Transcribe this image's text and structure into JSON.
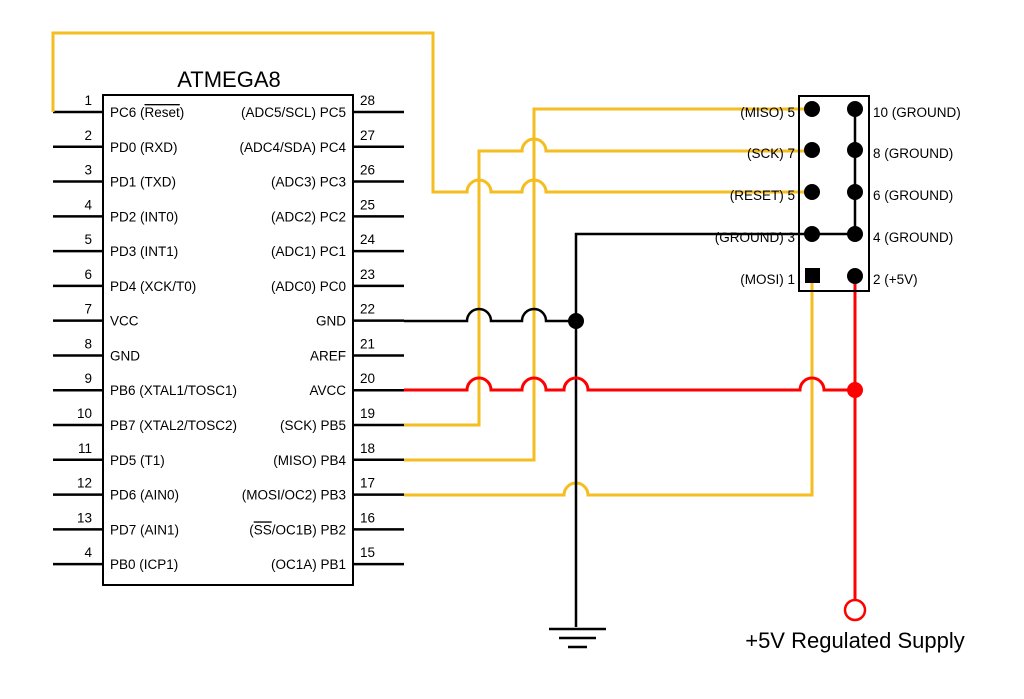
{
  "chip": {
    "title": "ATMEGA8",
    "left_pins": [
      {
        "num": "1",
        "label": "PC6 (",
        "label_over": "Reset",
        "label_end": ")"
      },
      {
        "num": "2",
        "label": "PD0 (RXD)"
      },
      {
        "num": "3",
        "label": "PD1 (TXD)"
      },
      {
        "num": "4",
        "label": "PD2 (INT0)"
      },
      {
        "num": "5",
        "label": "PD3 (INT1)"
      },
      {
        "num": "6",
        "label": "PD4 (XCK/T0)"
      },
      {
        "num": "7",
        "label": "VCC"
      },
      {
        "num": "8",
        "label": "GND",
        "num_faded": true
      },
      {
        "num": "9",
        "label": "PB6 (XTAL1/TOSC1)"
      },
      {
        "num": "10",
        "label": "PB7 (XTAL2/TOSC2)"
      },
      {
        "num": "11",
        "label": "PD5 (T1)"
      },
      {
        "num": "12",
        "label": "PD6 (AIN0)"
      },
      {
        "num": "13",
        "label": "PD7 (AIN1)"
      },
      {
        "num": "4",
        "label": "PB0 (ICP1)"
      }
    ],
    "right_pins": [
      {
        "num": "28",
        "label": "(ADC5/SCL) PC5"
      },
      {
        "num": "27",
        "label": "(ADC4/SDA) PC4"
      },
      {
        "num": "26",
        "label": "(ADC3) PC3"
      },
      {
        "num": "25",
        "label": "(ADC2) PC2"
      },
      {
        "num": "24",
        "label": "(ADC1) PC1"
      },
      {
        "num": "23",
        "label": "(ADC0) PC0"
      },
      {
        "num": "22",
        "label": "GND"
      },
      {
        "num": "21",
        "label": "AREF"
      },
      {
        "num": "20",
        "label": "AVCC"
      },
      {
        "num": "19",
        "label": "(SCK) PB5"
      },
      {
        "num": "18",
        "label": "(MISO) PB4"
      },
      {
        "num": "17",
        "label": "(MOSI/OC2) PB3"
      },
      {
        "num": "16",
        "label": "(",
        "label_over": "SS",
        "label_end": "/OC1B) PB2"
      },
      {
        "num": "15",
        "label": "(OC1A) PB1"
      }
    ]
  },
  "header": {
    "left_labels": [
      "(MISO) 5",
      "(SCK) 7",
      "(RESET) 5",
      "(GROUND) 3",
      "(MOSI) 1"
    ],
    "right_labels": [
      "10 (GROUND)",
      "8 (GROUND)",
      "6 (GROUND)",
      "4 (GROUND)",
      "2 (+5V)"
    ]
  },
  "supply": {
    "label": "+5V Regulated Supply"
  },
  "colors": {
    "signal": "#f5bd1f",
    "power": "#ff0000",
    "ground": "#000000",
    "faded_pin": "#cccccc"
  }
}
